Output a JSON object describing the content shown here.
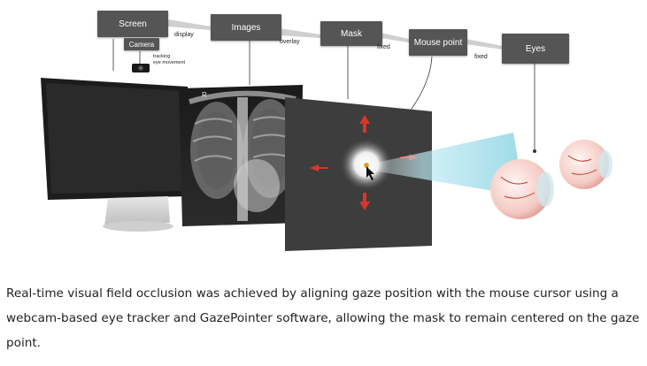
{
  "nodes": {
    "screen": "Screen",
    "camera": "Camera",
    "images": "Images",
    "mask": "Mask",
    "mouse_point": "Mouse point",
    "eyes": "Eyes"
  },
  "edge_labels": {
    "display": "display",
    "overlay": "overlay",
    "fixed_mask": "fixed",
    "fixed_eyes": "fixed",
    "tracking_line1": "tracking",
    "tracking_line2": "eye movement"
  },
  "xray_marker": "R",
  "caption": "Real-time visual field occlusion was achieved by aligning gaze position with the mouse cursor using a webcam-based eye tracker and GazePointer software, allowing the mask to remain centered on the gaze point.",
  "colors": {
    "node_fill": "#555555",
    "mask_fill": "#3d3d3d",
    "arrow_red": "#d9362b",
    "gaze_beam": "#8fd3e3"
  },
  "icons": [
    "mouse-cursor-icon",
    "eyeball-icon",
    "webcam-icon"
  ]
}
